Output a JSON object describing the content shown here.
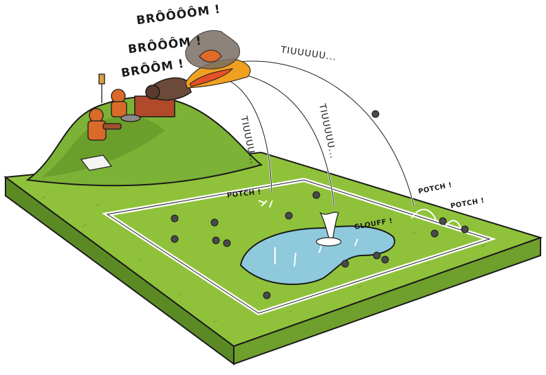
{
  "scene": {
    "sounds": {
      "boom_1": "BRÔÔÔÔM !",
      "boom_2": "BRÔÔÔM !",
      "boom_3": "BRÔÔM !",
      "whistle_1": "TIUUUUU...",
      "whistle_2": "TIUUUU...",
      "whistle_3": "TIUUUUU...",
      "splash_1": "POTCH !",
      "splash_pond": "GLOUFF !",
      "splash_2": "POTCH !",
      "splash_3": "POTCH !"
    },
    "colors": {
      "grass": "#8fc23a",
      "grass_dark": "#5f8e22",
      "slab_side": "#6a9a2a",
      "water": "#8ec9dc",
      "soldier": "#d96a2a",
      "cannon": "#6b4a3a",
      "flame": "#f0a020",
      "ball": "#4a4a4a"
    }
  }
}
